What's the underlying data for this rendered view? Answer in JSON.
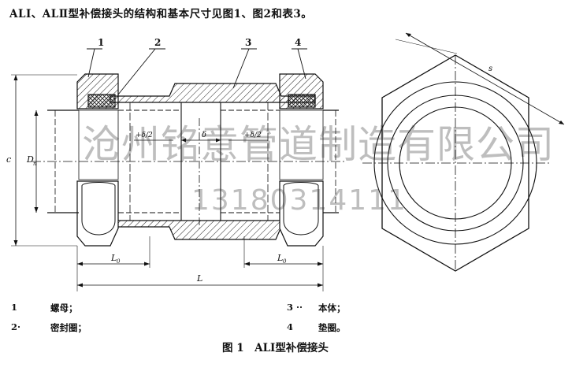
{
  "heading": "ALⅠ、ALⅡ型补偿接头的结构和基本尺寸见图1、图2和表3。",
  "callouts": [
    "1",
    "2",
    "3",
    "4"
  ],
  "dimensions": {
    "c": "c",
    "dn": "D",
    "dn_sub": "n",
    "gap_left": "+δ/2",
    "gap_mid": "δ",
    "gap_right": "+δ/2",
    "l0": "L",
    "l0_sub": "0",
    "l": "L",
    "s": "s"
  },
  "legend": [
    {
      "num": "1",
      "text": "螺母；"
    },
    {
      "num": "2·",
      "text": "密封圈；"
    },
    {
      "num": "3 ··",
      "text": "本体；"
    },
    {
      "num": "4",
      "text": "垫圈。"
    }
  ],
  "caption": "图 1　ALⅠ型补偿接头",
  "watermark": {
    "company": "沧州铭意管道制造有限公司",
    "phone": "13180314111"
  }
}
